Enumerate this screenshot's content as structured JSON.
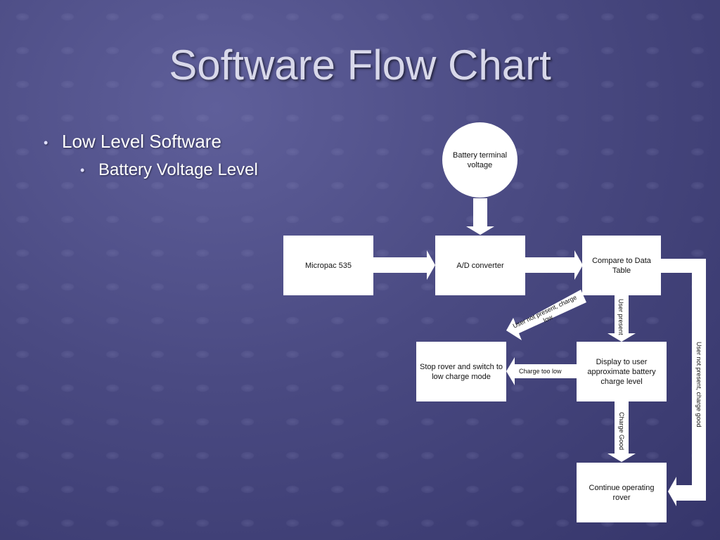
{
  "slide": {
    "title": "Software Flow Chart",
    "bullets": [
      {
        "text": "Low Level Software",
        "level": 1
      },
      {
        "text": "Battery Voltage Level",
        "level": 2
      }
    ]
  },
  "flowchart": {
    "nodes": {
      "battery_terminal": "Battery terminal voltage",
      "micropac": "Micropac 535",
      "ad_converter": "A/D converter",
      "compare": "Compare to Data Table",
      "display": "Display to user approximate battery charge level",
      "stop_rover": "Stop rover and switch to low charge mode",
      "continue_rover": "Continue operating rover"
    },
    "edge_labels": {
      "user_present": "User present",
      "user_not_present_low": "User not present, charge low",
      "charge_too_low": "Charge too low",
      "charge_good": "Charge Good",
      "user_not_present_good": "User not present, charge good"
    }
  }
}
